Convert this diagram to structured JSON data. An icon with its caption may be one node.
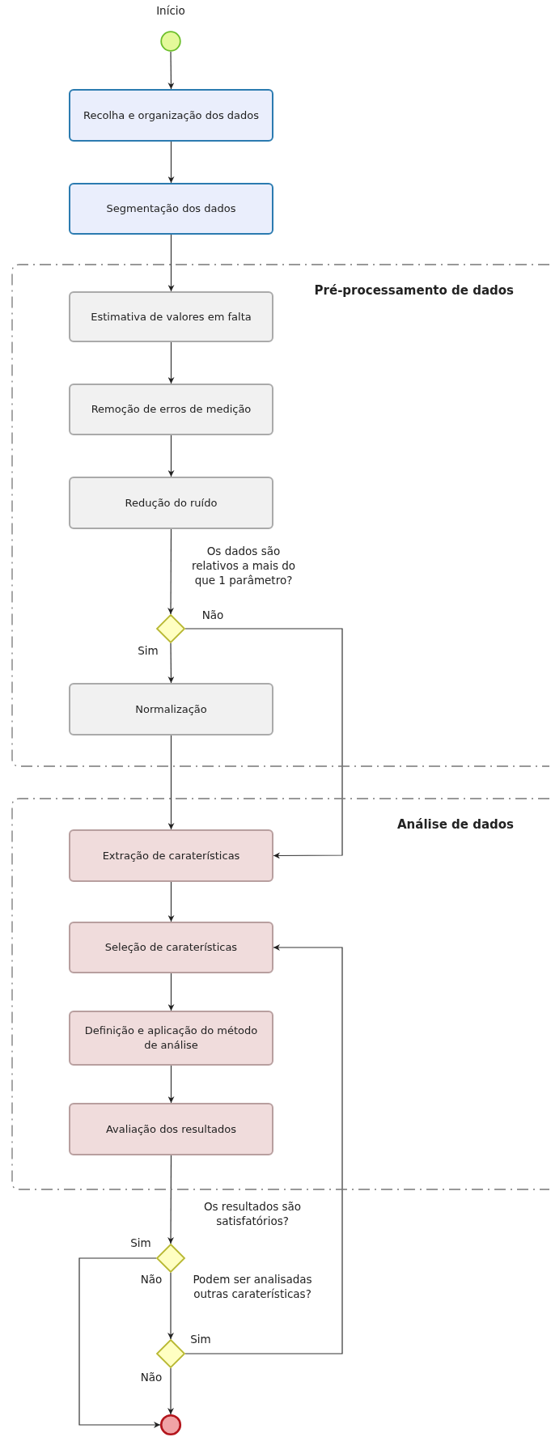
{
  "diagram": {
    "nodes": [
      {
        "text": [],
        "shape": "circle",
        "beside": [
          "Início"
        ]
      },
      {
        "text": [
          "Recolha e organização dos dados"
        ]
      },
      {
        "text": [
          "Segmentação dos dados"
        ]
      },
      {
        "text": [
          "Pré-processamento de dados"
        ]
      },
      {
        "text": [
          "Estimativa de valores em falta"
        ],
        "in": 3
      },
      {
        "text": [
          "Remoção de erros de medição"
        ],
        "in": 3
      },
      {
        "text": [
          "Redução do ruído"
        ],
        "in": 3
      },
      {
        "text": [],
        "shape": "diamond",
        "in": 3
      },
      {
        "text": [
          "Normalização"
        ],
        "in": 3
      },
      {
        "text": [
          "Análise de dados"
        ]
      },
      {
        "text": [
          "Extração de caraterísticas"
        ],
        "in": 9
      },
      {
        "text": [
          "Seleção de caraterísticas"
        ],
        "in": 9
      },
      {
        "text": [
          "Definição e aplicação do método de análise"
        ],
        "in": 9
      },
      {
        "text": [
          "Avaliação dos resultados"
        ],
        "in": 9
      },
      {
        "text": [],
        "shape": "diamond"
      },
      {
        "text": [],
        "shape": "diamond"
      },
      {
        "text": [],
        "shape": "circle"
      }
    ],
    "edges": [
      {
        "from": 0,
        "to": 1,
        "arrow": "to"
      },
      {
        "from": 1,
        "to": 2,
        "arrow": "to"
      },
      {
        "from": 2,
        "to": 4,
        "arrow": "to"
      },
      {
        "from": 4,
        "to": 5,
        "arrow": "to"
      },
      {
        "from": 5,
        "to": 6,
        "arrow": "to"
      },
      {
        "from": 6,
        "to": 7,
        "arrow": "to"
      },
      {
        "from": 7,
        "to": 8,
        "arrow": "to",
        "label": "Sim"
      },
      {
        "from": 7,
        "to": 10,
        "arrow": "to",
        "label": "Não"
      },
      {
        "from": 8,
        "to": 10,
        "arrow": "to"
      },
      {
        "from": 10,
        "to": 11,
        "arrow": "to"
      },
      {
        "from": 11,
        "to": 12,
        "arrow": "to"
      },
      {
        "from": 12,
        "to": 13,
        "arrow": "to"
      },
      {
        "from": 13,
        "to": 14,
        "arrow": "to"
      },
      {
        "from": 14,
        "to": 16,
        "arrow": "to",
        "label": "Sim"
      },
      {
        "from": 14,
        "to": 15,
        "arrow": "to",
        "label": "Não"
      },
      {
        "from": 15,
        "to": 11,
        "arrow": "to",
        "label": "Sim"
      },
      {
        "from": 15,
        "to": 16,
        "arrow": "to",
        "label": "Não"
      }
    ],
    "labels": [
      "Os dados são relativos a mais do que 1 parâmetro?",
      "Os resultados são satisfatórios?",
      "Podem ser analisadas outras caraterísticas?"
    ]
  }
}
